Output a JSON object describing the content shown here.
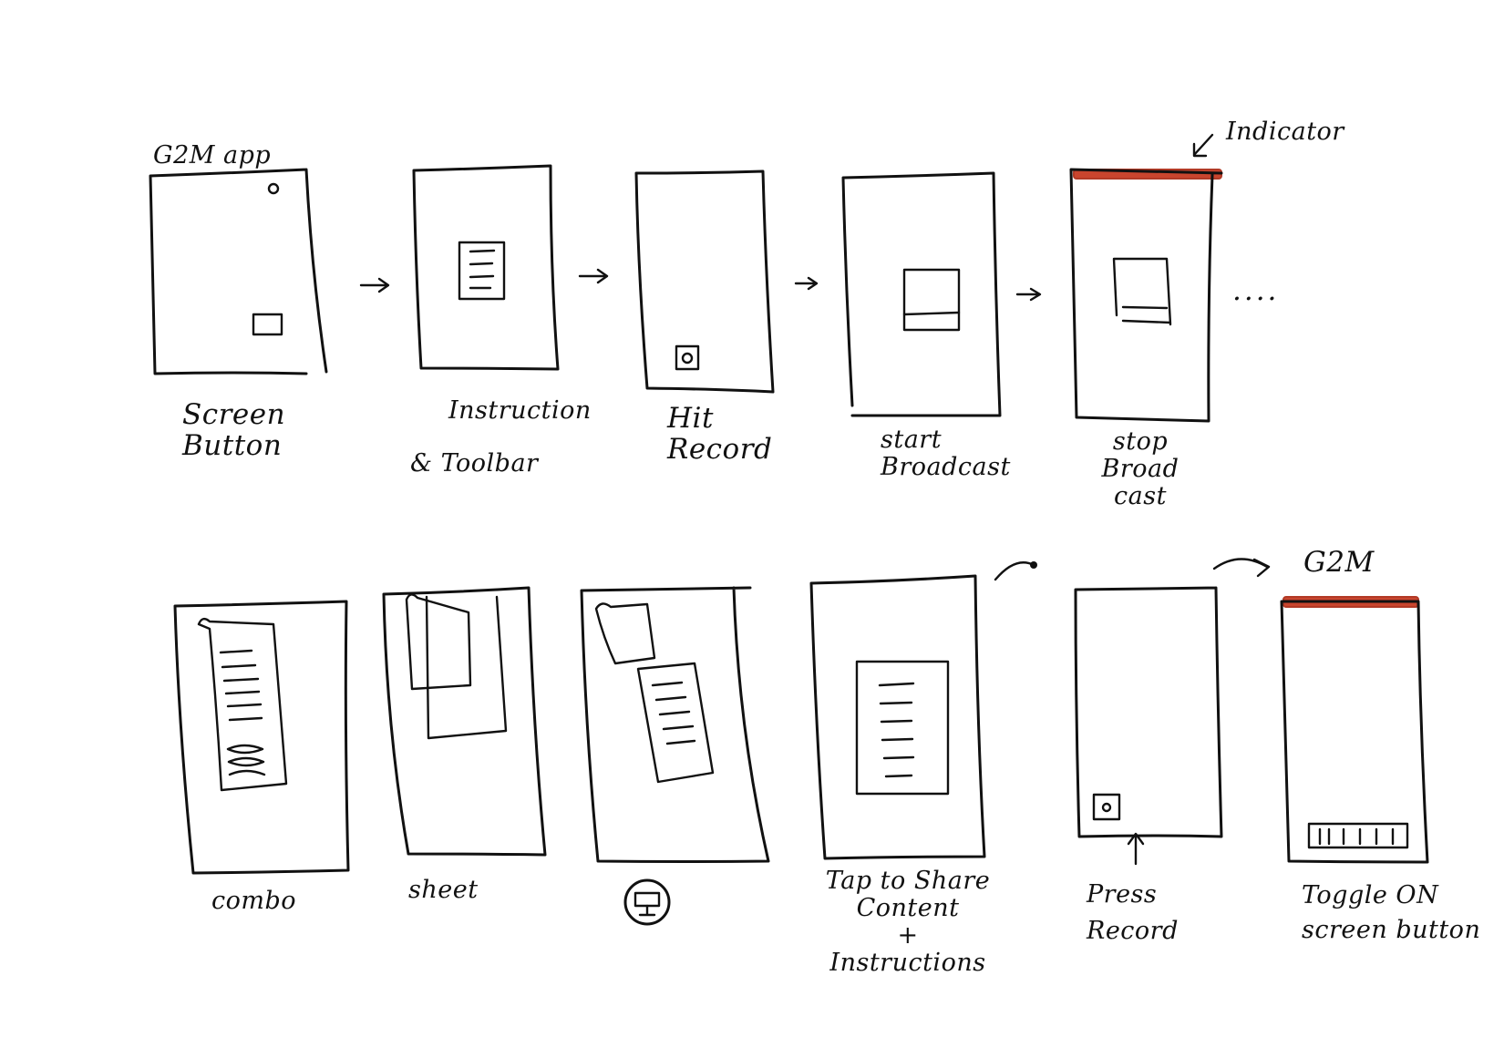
{
  "annotations": {
    "app": "G2M app",
    "indicator": "Indicator",
    "dots": "....",
    "g2m": "G2M"
  },
  "steps_row1": [
    {
      "label": "Screen\nButton"
    },
    {
      "label": "Instruction"
    },
    {
      "label": "& Toolbar"
    },
    {
      "label": "Hit\nRecord"
    },
    {
      "label": "start\nBroadcast"
    },
    {
      "label": "stop\nBroad\ncast"
    }
  ],
  "steps_row2": [
    {
      "label": "combo"
    },
    {
      "label": "sheet"
    },
    {
      "label": "Tap to Share\nContent\n+\nInstructions"
    },
    {
      "label": "Press\nRecord"
    },
    {
      "label": "Toggle ON\nscreen button"
    }
  ],
  "colors": {
    "ink": "#111111",
    "indicator_red": "#c9452e"
  },
  "icons": [
    "arrow-right-icon",
    "record-button-icon",
    "screen-share-icon",
    "indicator-arrow-icon"
  ]
}
